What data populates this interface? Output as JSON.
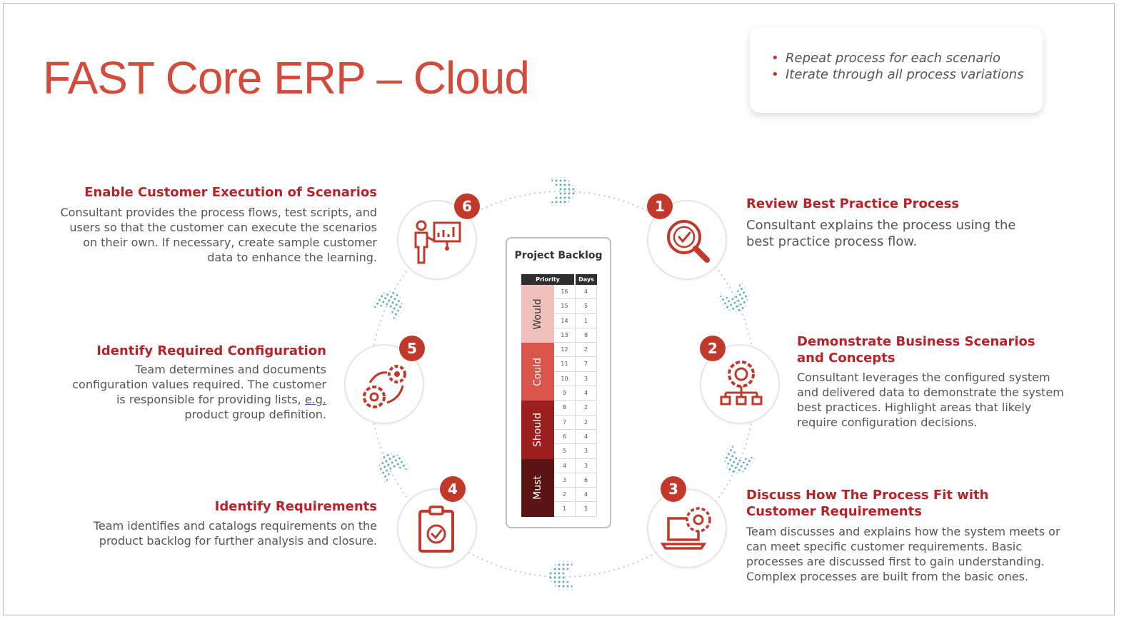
{
  "title": "FAST Core ERP – Cloud",
  "notes": [
    "Repeat process for each scenario",
    "Iterate through all process variations"
  ],
  "colors": {
    "accent": "#c0392b",
    "title": "#d24b3c",
    "arrow": "#5fb0ad"
  },
  "steps": [
    {
      "number": "1",
      "icon": "magnifier-check-icon",
      "heading": "Review Best Practice Process",
      "description": "Consultant explains the process using the best practice process flow."
    },
    {
      "number": "2",
      "icon": "gear-network-icon",
      "heading": "Demonstrate Business Scenarios and Concepts",
      "description": "Consultant leverages the configured system and delivered data to demonstrate the system best practices. Highlight areas that likely require configuration decisions."
    },
    {
      "number": "3",
      "icon": "laptop-gear-icon",
      "heading": "Discuss How The Process Fit with Customer Requirements",
      "description": "Team discusses and explains how the system meets or can meet specific customer requirements. Basic processes are discussed first to gain understanding. Complex processes are built from the basic ones."
    },
    {
      "number": "4",
      "icon": "clipboard-check-icon",
      "heading": "Identify Requirements",
      "description": "Team identifies and catalogs requirements on the product backlog for further analysis and closure."
    },
    {
      "number": "5",
      "icon": "gears-icon",
      "heading": "Identify Required Configuration",
      "description_main": "Team determines and documents configuration values required. The customer is responsible for providing lists,",
      "description_eg": "e.g.",
      "description_tail": " product group definition."
    },
    {
      "number": "6",
      "icon": "presenter-chart-icon",
      "heading": "Enable Customer Execution of Scenarios",
      "description": "Consultant provides the process flows, test scripts, and users so that the customer can execute the scenarios on their own. If necessary, create sample customer data to enhance the learning."
    }
  ],
  "backlog": {
    "title": "Project Backlog",
    "columns": [
      "Priority",
      "Days"
    ],
    "bands": [
      {
        "label": "Would",
        "rows": 4,
        "color": "#f0c0bd",
        "text_color": "#333333"
      },
      {
        "label": "Could",
        "rows": 4,
        "color": "#d9544a",
        "text_color": "#ffffff"
      },
      {
        "label": "Should",
        "rows": 4,
        "color": "#9c1f1f",
        "text_color": "#ffffff"
      },
      {
        "label": "Must",
        "rows": 4,
        "color": "#5a1414",
        "text_color": "#ffffff"
      }
    ],
    "priority": [
      "16",
      "15",
      "14",
      "13",
      "12",
      "11",
      "10",
      "9",
      "8",
      "7",
      "6",
      "5",
      "4",
      "3",
      "2",
      "1"
    ],
    "days": [
      "4",
      "5",
      "1",
      "8",
      "2",
      "7",
      "3",
      "4",
      "2",
      "2",
      "4",
      "3",
      "3",
      "6",
      "4",
      "5"
    ]
  }
}
